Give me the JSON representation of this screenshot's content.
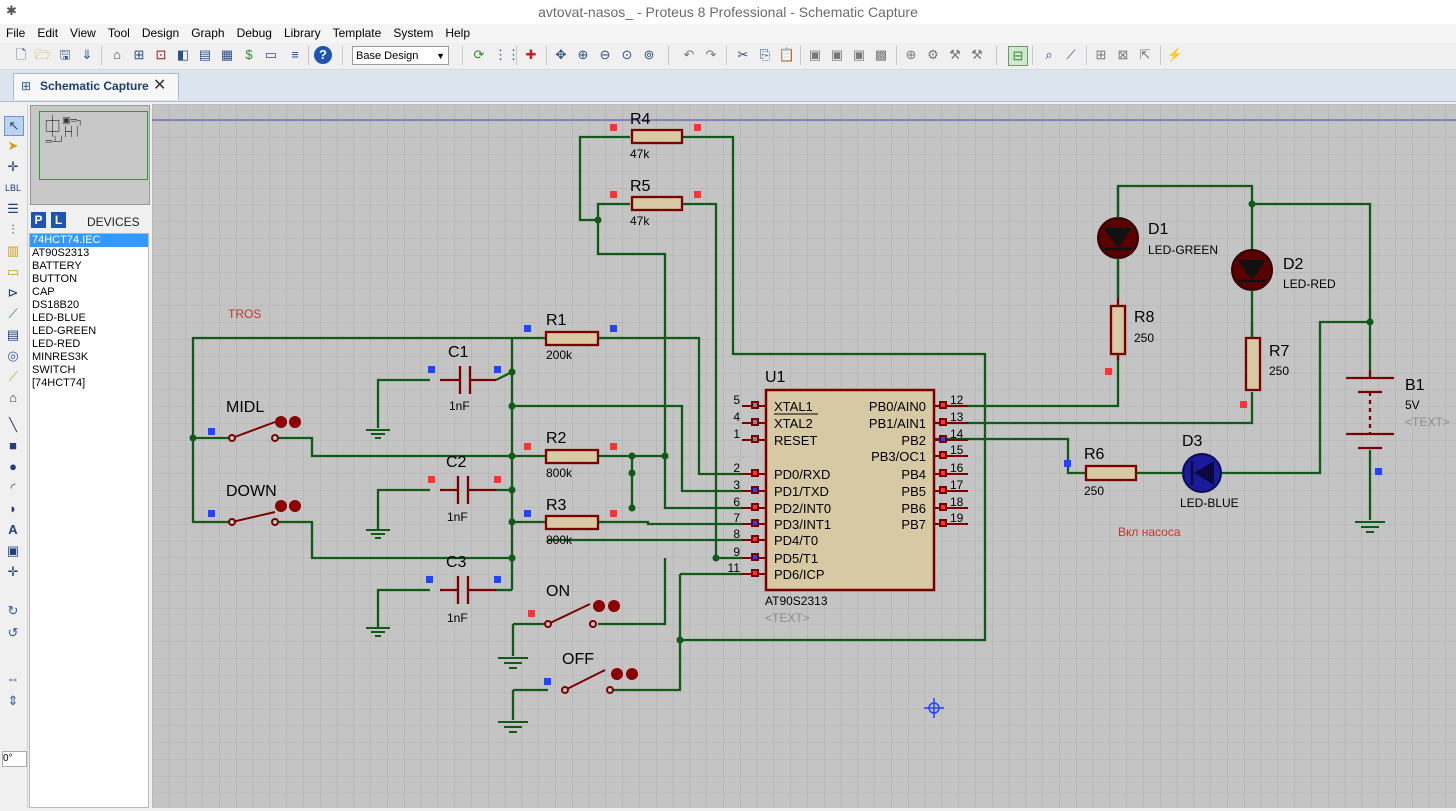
{
  "window": {
    "title": "avtovat-nasos_ - Proteus 8 Professional - Schematic Capture"
  },
  "menu": [
    "File",
    "Edit",
    "View",
    "Tool",
    "Design",
    "Graph",
    "Debug",
    "Library",
    "Template",
    "System",
    "Help"
  ],
  "toolbar": {
    "design_select": "Base Design"
  },
  "tab": {
    "label": "Schematic Capture"
  },
  "devices": {
    "title": "DEVICES",
    "p_label": "P",
    "l_label": "L",
    "items": [
      "74HCT74.IEC",
      "AT90S2313",
      "BATTERY",
      "BUTTON",
      "CAP",
      "DS18B20",
      "LED-BLUE",
      "LED-GREEN",
      "LED-RED",
      "MINRES3K",
      "SWITCH",
      "[74HCT74]"
    ],
    "selected_index": 0
  },
  "rotation": "0°",
  "schematic": {
    "labels": {
      "tros": "TROS",
      "vkl": "Вкл насоса",
      "text_placeholder": "<TEXT>"
    },
    "resistors": [
      {
        "ref": "R4",
        "value": "47k"
      },
      {
        "ref": "R5",
        "value": "47k"
      },
      {
        "ref": "R1",
        "value": "200k"
      },
      {
        "ref": "R2",
        "value": "800k"
      },
      {
        "ref": "R3",
        "value": "800k"
      },
      {
        "ref": "R8",
        "value": "250"
      },
      {
        "ref": "R7",
        "value": "250"
      },
      {
        "ref": "R6",
        "value": "250"
      }
    ],
    "capacitors": [
      {
        "ref": "C1",
        "value": "1nF"
      },
      {
        "ref": "C2",
        "value": "1nF"
      },
      {
        "ref": "C3",
        "value": "1nF"
      }
    ],
    "buttons": [
      "MIDL",
      "DOWN",
      "ON",
      "OFF"
    ],
    "leds": [
      {
        "ref": "D1",
        "type": "LED-GREEN"
      },
      {
        "ref": "D2",
        "type": "LED-RED"
      },
      {
        "ref": "D3",
        "type": "LED-BLUE"
      }
    ],
    "battery": {
      "ref": "B1",
      "value": "5V"
    },
    "mcu": {
      "ref": "U1",
      "part": "AT90S2313",
      "left_pins": [
        {
          "num": "5",
          "name": "XTAL1"
        },
        {
          "num": "4",
          "name": "XTAL2"
        },
        {
          "num": "1",
          "name": "RESET"
        },
        {
          "num": "2",
          "name": "PD0/RXD"
        },
        {
          "num": "3",
          "name": "PD1/TXD"
        },
        {
          "num": "6",
          "name": "PD2/INT0"
        },
        {
          "num": "7",
          "name": "PD3/INT1"
        },
        {
          "num": "8",
          "name": "PD4/T0"
        },
        {
          "num": "9",
          "name": "PD5/T1"
        },
        {
          "num": "11",
          "name": "PD6/ICP"
        }
      ],
      "right_pins": [
        {
          "num": "12",
          "name": "PB0/AIN0"
        },
        {
          "num": "13",
          "name": "PB1/AIN1"
        },
        {
          "num": "14",
          "name": "PB2"
        },
        {
          "num": "15",
          "name": "PB3/OC1"
        },
        {
          "num": "16",
          "name": "PB4"
        },
        {
          "num": "17",
          "name": "PB5"
        },
        {
          "num": "18",
          "name": "PB6"
        },
        {
          "num": "19",
          "name": "PB7"
        }
      ]
    }
  },
  "colors": {
    "wire": "#0f5a17",
    "component": "#7a0000",
    "grid": "#a8a8a8",
    "background": "#c4c4c4",
    "pin_red": "#ff3333",
    "pin_blue": "#2244ff",
    "tab_bg": "#dce4ee"
  }
}
